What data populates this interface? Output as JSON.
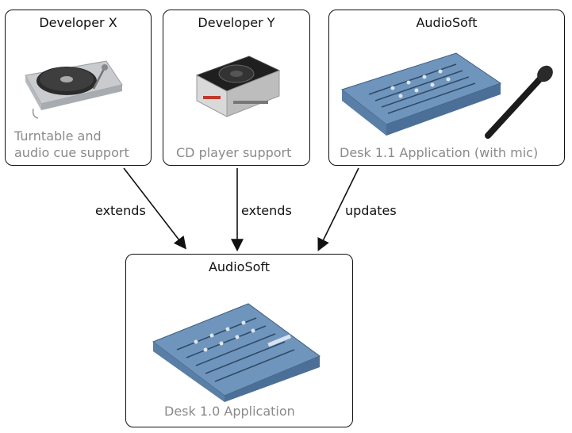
{
  "nodes": {
    "dev_x": {
      "title": "Developer X",
      "caption_line1": "Turntable and",
      "caption_line2": "audio cue support"
    },
    "dev_y": {
      "title": "Developer Y",
      "caption": "CD player support"
    },
    "audiosoft_top": {
      "title": "AudioSoft",
      "caption": "Desk 1.1 Application (with mic)"
    },
    "audiosoft_bottom": {
      "title": "AudioSoft",
      "caption": "Desk 1.0 Application"
    }
  },
  "edges": [
    {
      "from": "dev_x",
      "to": "audiosoft_bottom",
      "label": "extends"
    },
    {
      "from": "dev_y",
      "to": "audiosoft_bottom",
      "label": "extends"
    },
    {
      "from": "audiosoft_top",
      "to": "audiosoft_bottom",
      "label": "updates"
    }
  ],
  "icons": {
    "dev_x": "turntable-icon",
    "dev_y": "cd-player-icon",
    "audiosoft_top": "mixing-desk-with-mic-icon",
    "audiosoft_bottom": "mixing-desk-icon"
  },
  "colors": {
    "border": "#111111",
    "caption": "#8a8a8a",
    "mixer": "#5f88b3"
  }
}
